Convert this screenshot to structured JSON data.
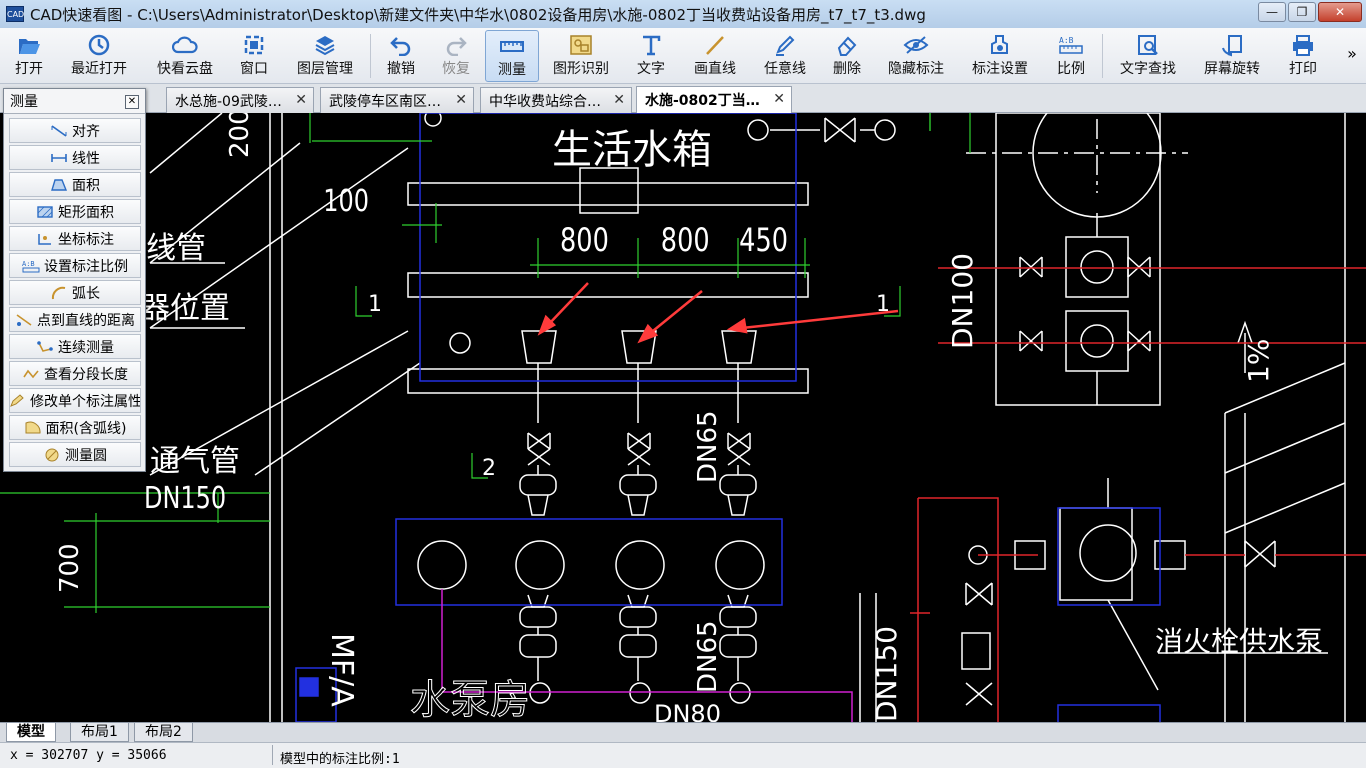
{
  "window": {
    "app_icon_text": "CAD",
    "title": "CAD快速看图 - C:\\Users\\Administrator\\Desktop\\新建文件夹\\中华水\\0802设备用房\\水施-0802丁当收费站设备用房_t7_t7_t3.dwg",
    "minimize": "—",
    "maximize": "❐",
    "close": "✕"
  },
  "toolbar": {
    "items": [
      {
        "label": "打开",
        "icon": "folder-open-icon"
      },
      {
        "label": "最近打开",
        "icon": "recent-icon"
      },
      {
        "label": "快看云盘",
        "icon": "cloud-icon"
      },
      {
        "label": "窗口",
        "icon": "window-icon"
      },
      {
        "label": "图层管理",
        "icon": "layers-icon"
      },
      {
        "label": "撤销",
        "icon": "undo-icon"
      },
      {
        "label": "恢复",
        "icon": "redo-icon"
      },
      {
        "label": "测量",
        "icon": "ruler-icon"
      },
      {
        "label": "图形识别",
        "icon": "shape-recognize-icon"
      },
      {
        "label": "文字",
        "icon": "text-icon"
      },
      {
        "label": "画直线",
        "icon": "line-icon"
      },
      {
        "label": "任意线",
        "icon": "pen-icon"
      },
      {
        "label": "删除",
        "icon": "eraser-icon"
      },
      {
        "label": "隐藏标注",
        "icon": "eye-hide-icon"
      },
      {
        "label": "标注设置",
        "icon": "annotation-settings-icon"
      },
      {
        "label": "比例",
        "icon": "scale-icon"
      },
      {
        "label": "文字查找",
        "icon": "text-search-icon"
      },
      {
        "label": "屏幕旋转",
        "icon": "rotate-icon"
      },
      {
        "label": "打印",
        "icon": "printer-icon"
      }
    ],
    "overflow": "»"
  },
  "tabs": [
    {
      "label": "水总施-09武陵…",
      "close": "✕"
    },
    {
      "label": "武陵停车区南区…",
      "close": "✕"
    },
    {
      "label": "中华收费站综合…",
      "close": "✕"
    },
    {
      "label": "水施-0802丁当…",
      "close": "✕"
    }
  ],
  "measure_panel": {
    "title": "测量",
    "close": "✕",
    "items": [
      {
        "label": "对齐",
        "icon": "align-measure-icon"
      },
      {
        "label": "线性",
        "icon": "linear-measure-icon"
      },
      {
        "label": "面积",
        "icon": "area-icon"
      },
      {
        "label": "矩形面积",
        "icon": "rect-area-icon"
      },
      {
        "label": "坐标标注",
        "icon": "coordinate-icon"
      },
      {
        "label": "设置标注比例",
        "icon": "scale-setting-icon"
      },
      {
        "label": "弧长",
        "icon": "arc-length-icon"
      },
      {
        "label": "点到直线的距离",
        "icon": "point-line-distance-icon"
      },
      {
        "label": "连续测量",
        "icon": "continuous-measure-icon"
      },
      {
        "label": "查看分段长度",
        "icon": "segment-length-icon"
      },
      {
        "label": "修改单个标注属性",
        "icon": "edit-annotation-icon"
      },
      {
        "label": "面积(含弧线)",
        "icon": "arc-area-icon"
      },
      {
        "label": "测量圆",
        "icon": "circle-measure-icon"
      }
    ]
  },
  "drawing": {
    "labels": {
      "tank": "生活水箱",
      "dim_100": "100",
      "dim_800a": "800",
      "dim_800b": "800",
      "dim_450": "450",
      "pipe_line": "线管",
      "position": "器位置",
      "vent_pipe": "通气管",
      "dn150": "DN150",
      "dim_700": "700",
      "section1_left": "1",
      "section1_right": "1",
      "section2": "2",
      "dn65_upper": "DN65",
      "dn65_lower": "DN65",
      "dn100": "DN100",
      "slope": "1%",
      "fire_pump": "消火栓供水泵",
      "pump_room": "水泵房",
      "dn150_lower": "DN150",
      "mf": "MF/A",
      "dn80": "DN80",
      "top_200": "200"
    }
  },
  "layout_tabs": [
    "模型",
    "布局1",
    "布局2"
  ],
  "status": {
    "coords": "x = 302707  y = 35066",
    "message": "模型中的标注比例:1"
  }
}
